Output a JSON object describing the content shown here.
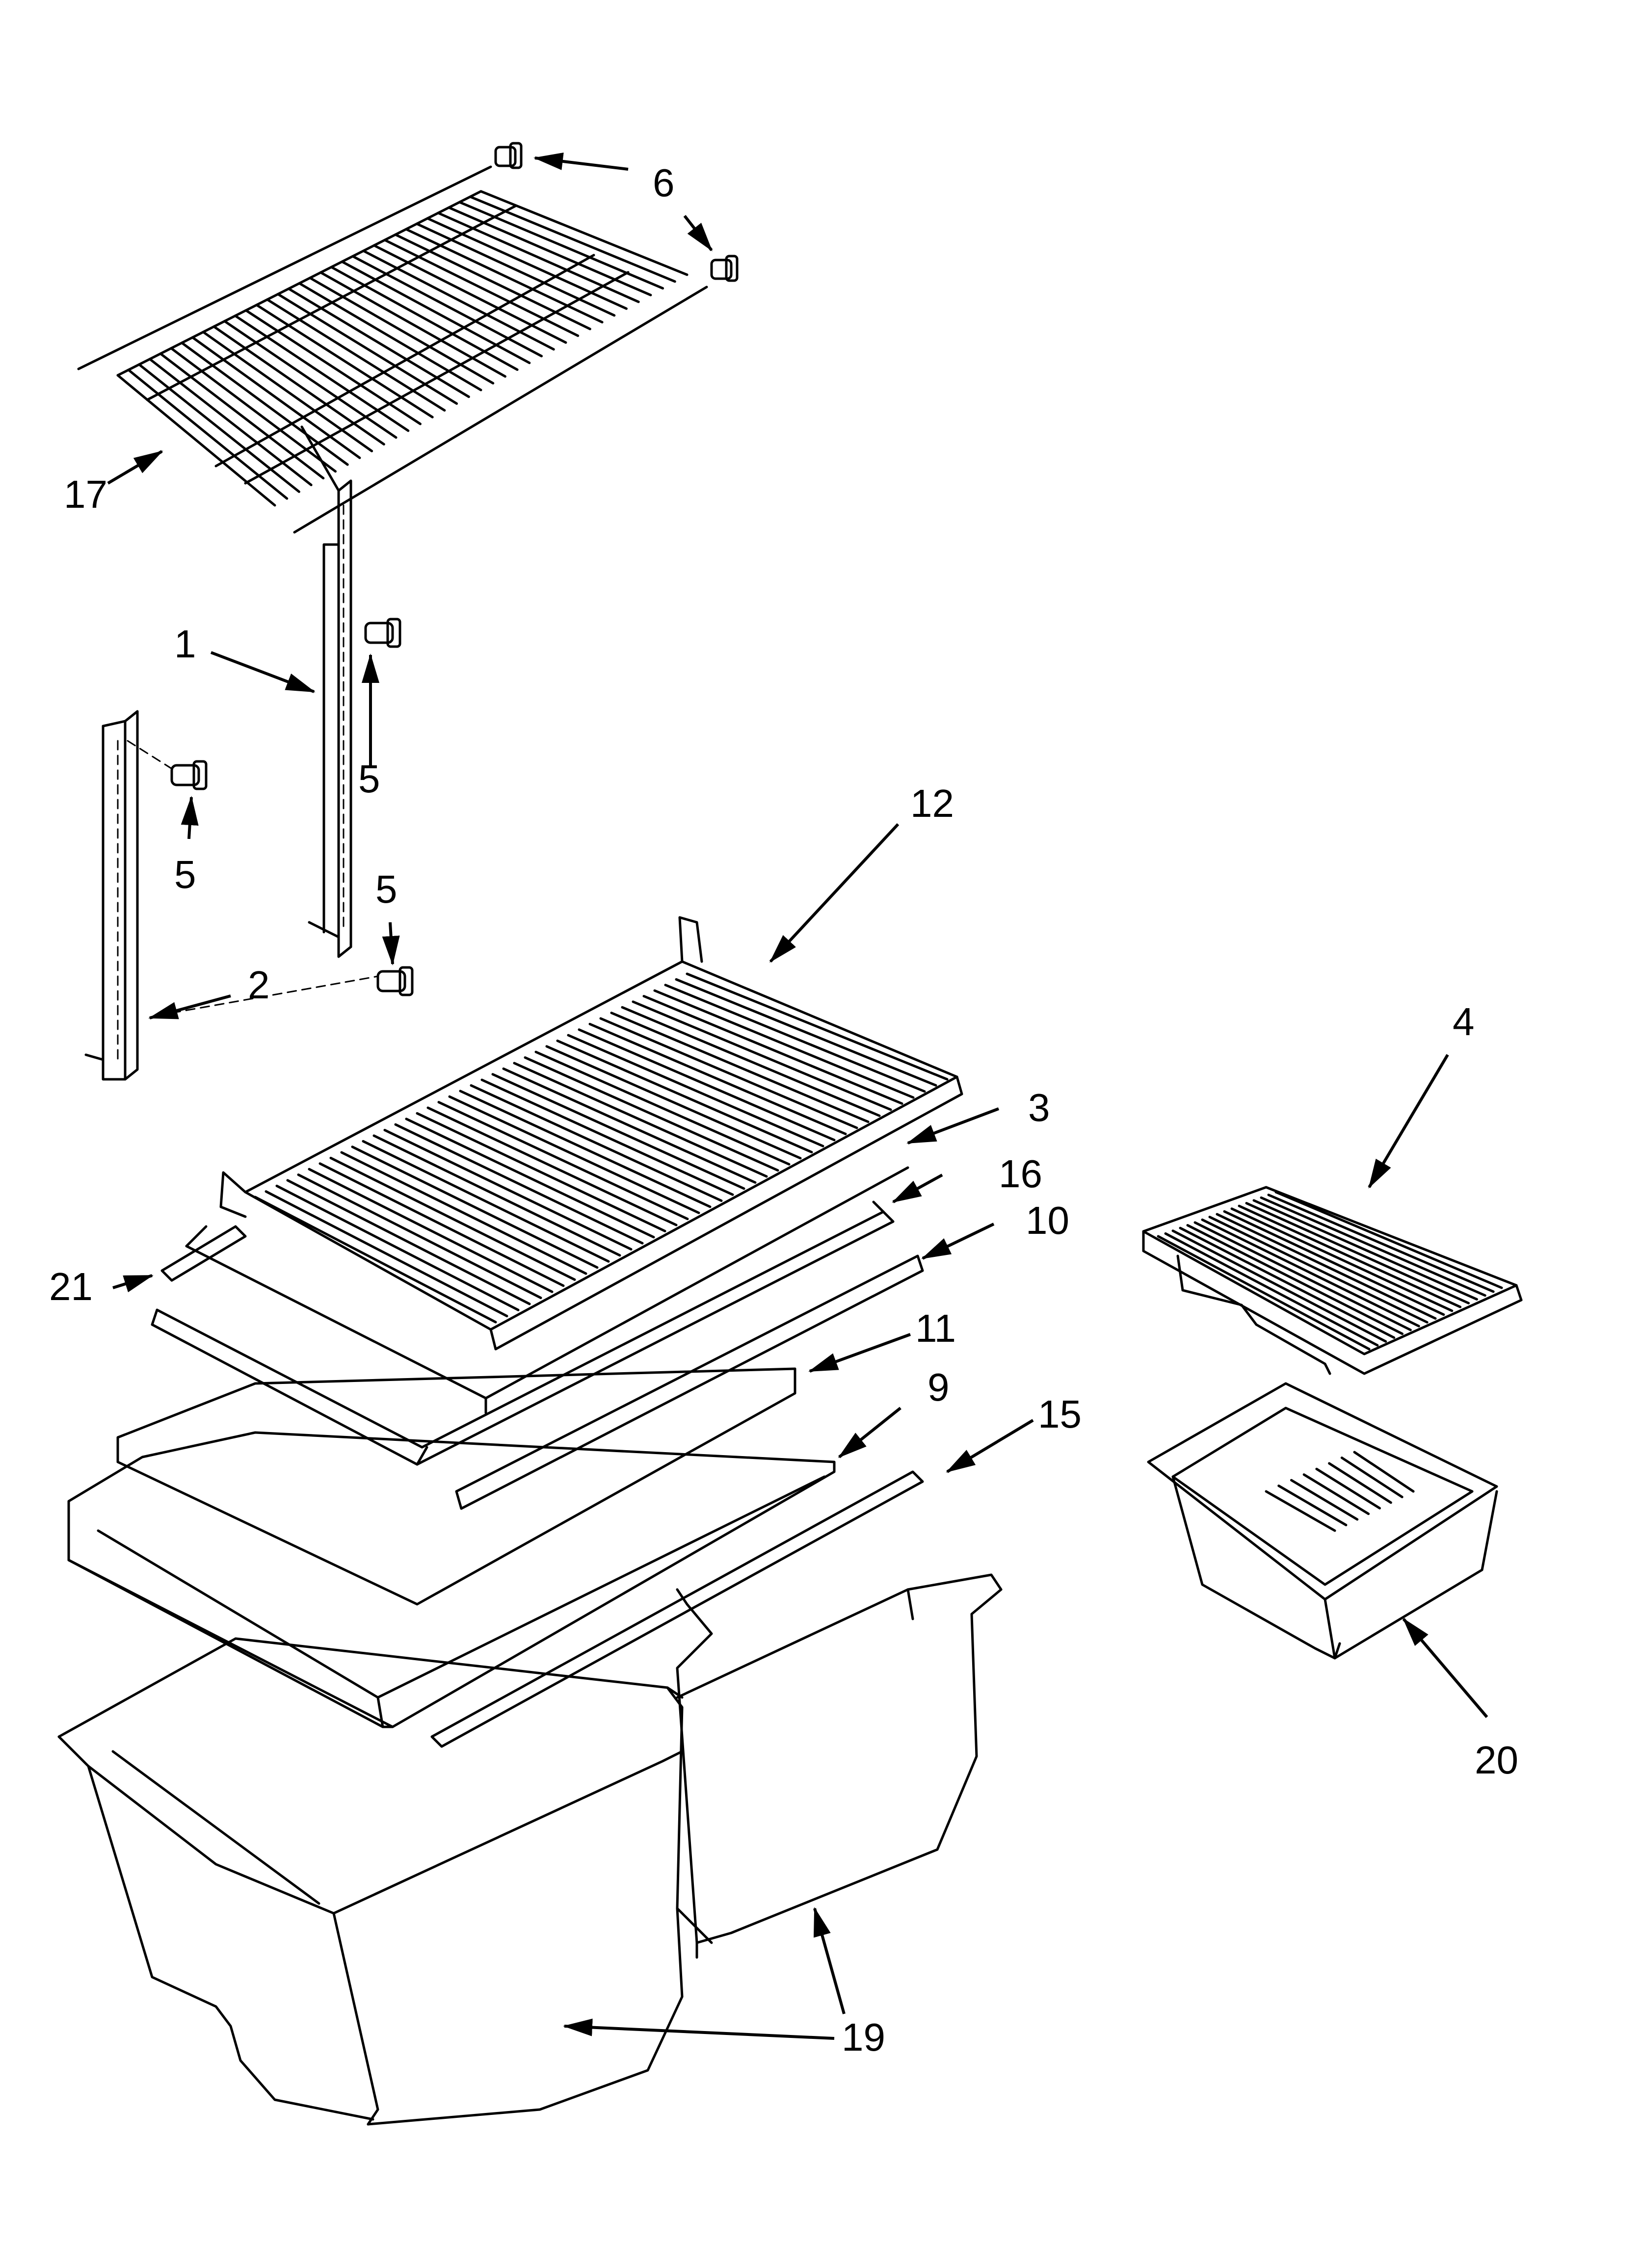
{
  "callouts": [
    {
      "id": "c6",
      "label": "6"
    },
    {
      "id": "c17",
      "label": "17"
    },
    {
      "id": "c1",
      "label": "1"
    },
    {
      "id": "c5a",
      "label": "5"
    },
    {
      "id": "c5b",
      "label": "5"
    },
    {
      "id": "c5c",
      "label": "5"
    },
    {
      "id": "c2",
      "label": "2"
    },
    {
      "id": "c12",
      "label": "12"
    },
    {
      "id": "c3",
      "label": "3"
    },
    {
      "id": "c16",
      "label": "16"
    },
    {
      "id": "c10",
      "label": "10"
    },
    {
      "id": "c21",
      "label": "21"
    },
    {
      "id": "c11",
      "label": "11"
    },
    {
      "id": "c9",
      "label": "9"
    },
    {
      "id": "c15",
      "label": "15"
    },
    {
      "id": "c4",
      "label": "4"
    },
    {
      "id": "c20",
      "label": "20"
    },
    {
      "id": "c19",
      "label": "19"
    }
  ]
}
